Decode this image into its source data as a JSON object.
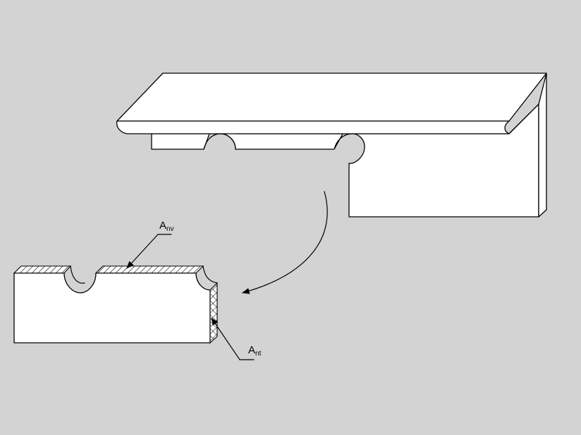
{
  "diagram": {
    "labels": {
      "anv": {
        "main": "A",
        "sub": "nv"
      },
      "ant": {
        "main": "A",
        "sub": "nt"
      }
    },
    "colors": {
      "background": "#d3d3d3",
      "fill": "#ffffff",
      "stroke": "#000000"
    }
  }
}
